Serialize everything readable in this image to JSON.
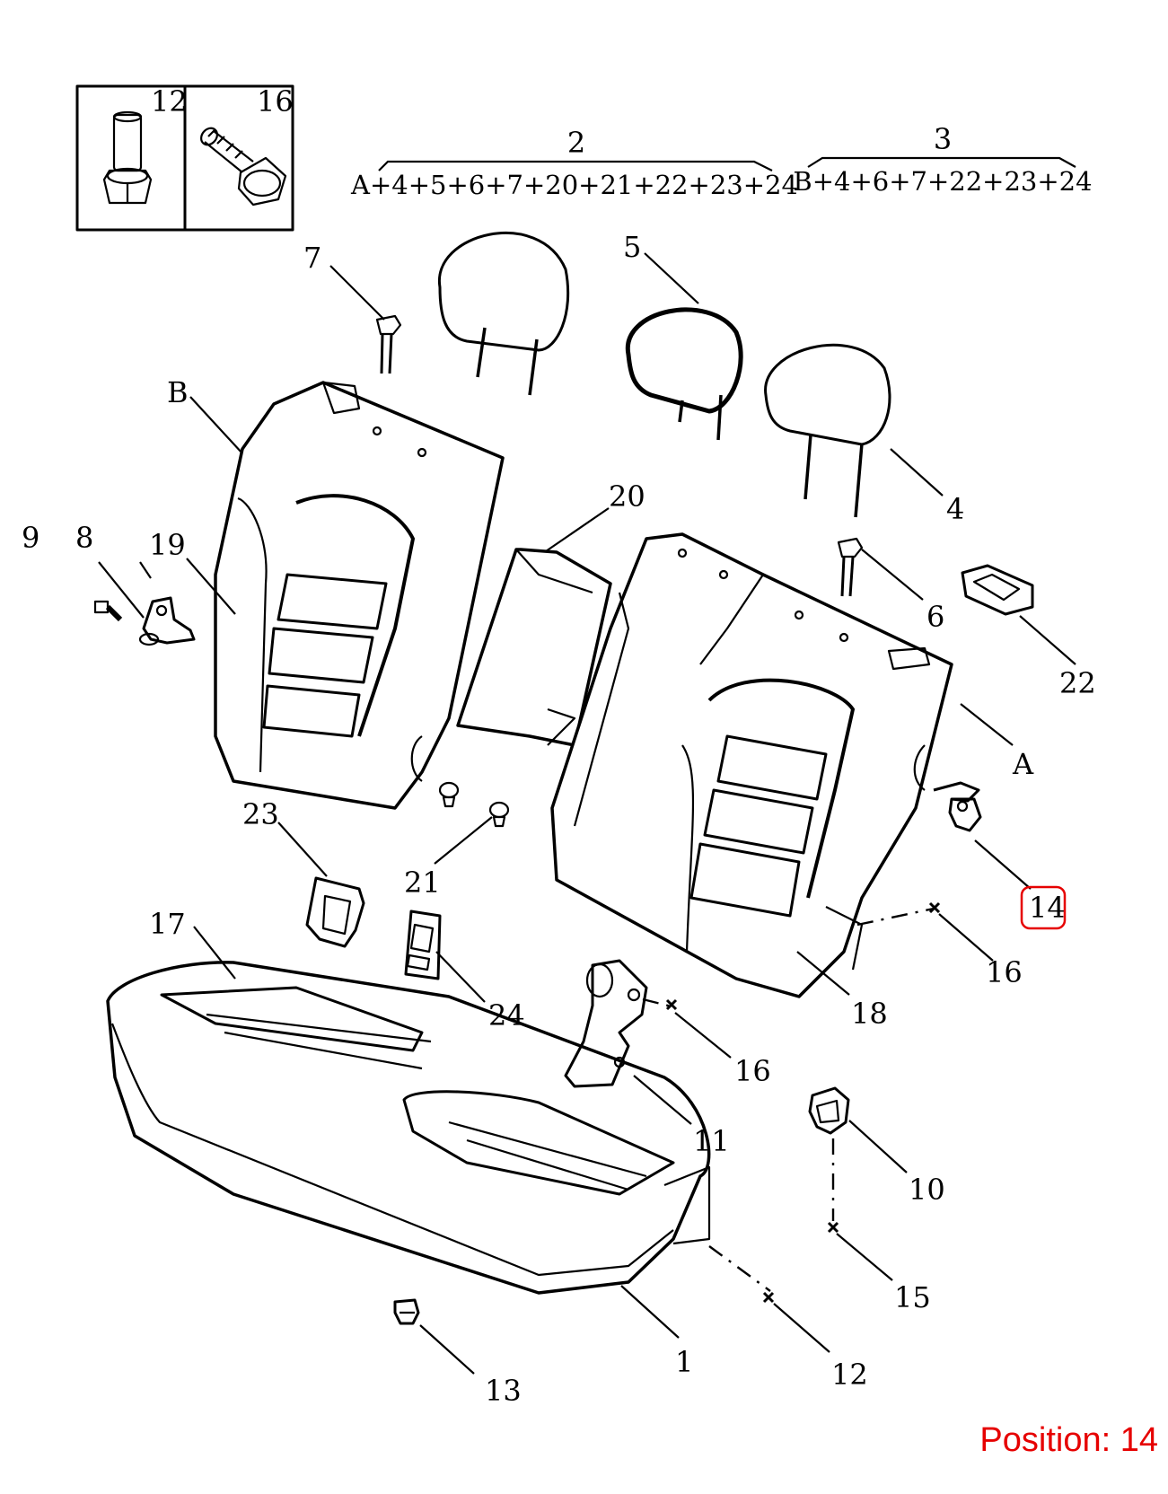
{
  "inset_labels": [
    "12",
    "16"
  ],
  "assemblies": [
    {
      "number": "2",
      "formula": "A+4+5+6+7+20+21+22+23+24"
    },
    {
      "number": "3",
      "formula": "B+4+6+7+22+23+24"
    }
  ],
  "callouts": {
    "c1": "1",
    "c4": "4",
    "c5": "5",
    "c6": "6",
    "c7": "7",
    "c8": "8",
    "c9": "9",
    "c10": "10",
    "c11": "11",
    "c12": "12",
    "c13": "13",
    "c14": "14",
    "c15": "15",
    "c16a": "16",
    "c16b": "16",
    "c17": "17",
    "c18": "18",
    "c19": "19",
    "c20": "20",
    "c21": "21",
    "c22": "22",
    "c23": "23",
    "c24": "24",
    "cA": "A",
    "cB": "B"
  },
  "highlight": {
    "label": "14",
    "color": "#e60000"
  },
  "position_text": "Position: 14",
  "colors": {
    "line": "#000000",
    "highlight": "#e60000",
    "background": "#ffffff"
  }
}
